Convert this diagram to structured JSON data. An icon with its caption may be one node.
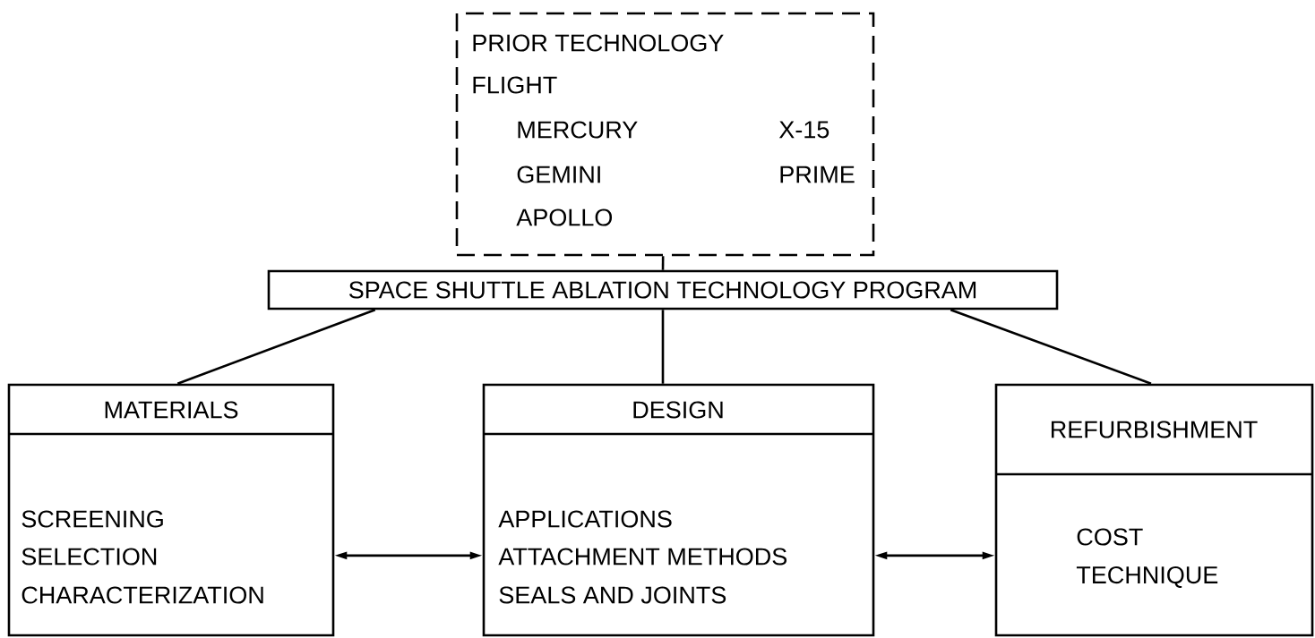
{
  "diagram": {
    "nodes": [
      {
        "text": [
          "PRIOR TECHNOLOGY",
          "FLIGHT",
          "MERCURY",
          "GEMINI",
          "APOLLO",
          "X-15",
          "PRIME"
        ]
      },
      {
        "text": [
          "SPACE SHUTTLE ABLATION TECHNOLOGY PROGRAM"
        ]
      },
      {
        "text": [
          "MATERIALS",
          "SCREENING",
          "SELECTION",
          "CHARACTERIZATION"
        ]
      },
      {
        "text": [
          "DESIGN",
          "APPLICATIONS",
          "ATTACHMENT METHODS",
          "SEALS AND JOINTS"
        ]
      },
      {
        "text": [
          "REFURBISHMENT",
          "COST",
          "TECHNIQUE"
        ]
      }
    ],
    "edges": [
      {
        "from": 0,
        "to": 1,
        "arrow": "none"
      },
      {
        "from": 1,
        "to": 2,
        "arrow": "none"
      },
      {
        "from": 1,
        "to": 3,
        "arrow": "none"
      },
      {
        "from": 1,
        "to": 4,
        "arrow": "none"
      },
      {
        "from": 2,
        "to": 3,
        "arrow": "both"
      },
      {
        "from": 3,
        "to": 4,
        "arrow": "both"
      }
    ]
  }
}
